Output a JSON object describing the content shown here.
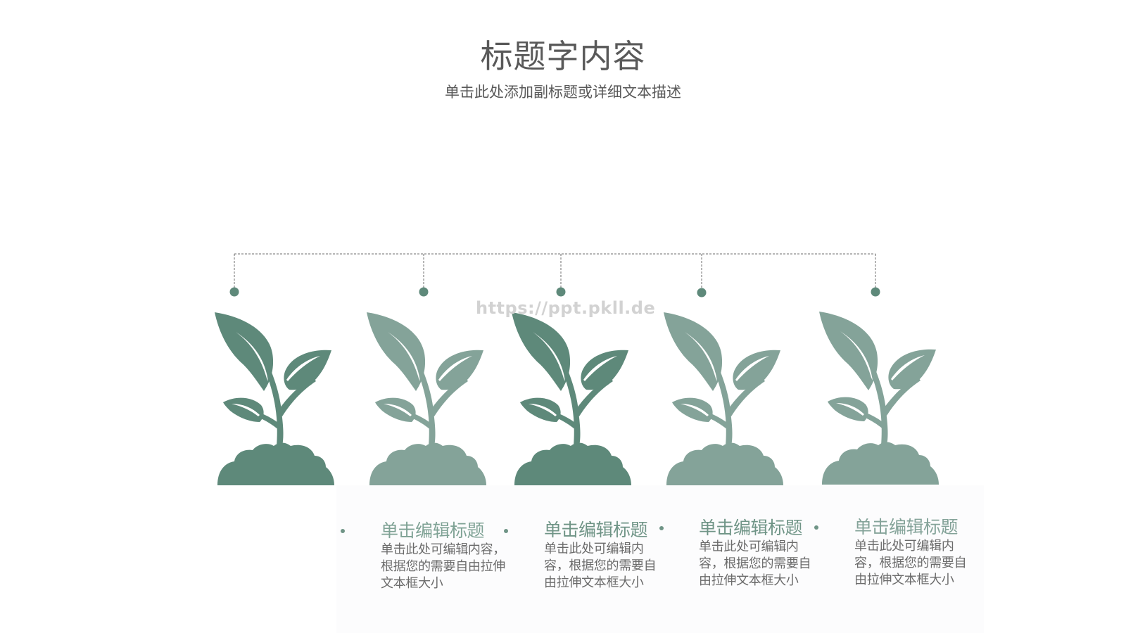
{
  "slide": {
    "title": "标题字内容",
    "subtitle": "单击此处添加副标题或详细文本描述",
    "watermark": "https://ppt.pkll.de"
  },
  "colors": {
    "title_text": "#595959",
    "body_text": "#6b6b6b",
    "plant_dark": "#5e897a",
    "plant_light": "#84a399",
    "item_title": "#7fa295",
    "connector_line": "#6e6e6e",
    "dot": "#5e897a"
  },
  "plants": [
    {
      "id": 1,
      "tone": "dark"
    },
    {
      "id": 2,
      "tone": "light"
    },
    {
      "id": 3,
      "tone": "dark"
    },
    {
      "id": 4,
      "tone": "light"
    },
    {
      "id": 5,
      "tone": "light"
    }
  ],
  "items": [
    {
      "title": "单击编辑标题",
      "body": "单击此处可编辑内容，根据您的需要自由拉伸文本框大小"
    },
    {
      "title": "单击编辑标题",
      "body": "单击此处可编辑内容，根据您的需要自由拉伸文本框大小"
    },
    {
      "title": "单击编辑标题",
      "body": "单击此处可编辑内容，根据您的需要自由拉伸文本框大小"
    },
    {
      "title": "单击编辑标题",
      "body": "单击此处可编辑内容，根据您的需要自由拉伸文本框大小"
    }
  ]
}
